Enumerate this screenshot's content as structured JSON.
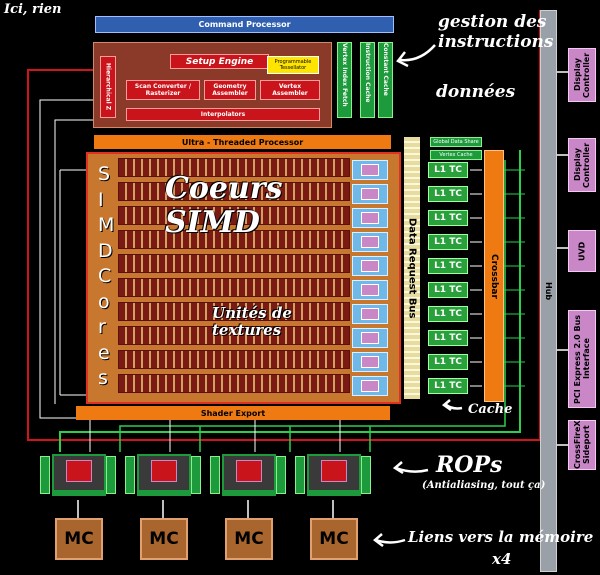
{
  "corner_note": "Ici, rien",
  "blocks": {
    "command_processor": "Command Processor",
    "setup_engine": "Setup Engine",
    "programmable_tessellation": "Programmable Tessellator",
    "scan_converter": "Scan Converter / Rasterizer",
    "geometry_assembler": "Geometry Assembler",
    "vertex_assembler": "Vertex Assembler",
    "interpolators": "Interpolators",
    "hierarchical_z": "Hierarchical Z",
    "vertex_index_fetch": "Vertex Index Fetch",
    "instruction_cache": "Instruction Cache",
    "constant_cache": "Constant Cache",
    "ultra_threaded_processor": "Ultra - Threaded Processor",
    "global_data_share": "Global Data Share",
    "vertex_cache": "Vertex Cache",
    "data_request_bus": "Data Request Bus",
    "crossbar": "Crossbar",
    "shader_export": "Shader Export",
    "hub": "Hub",
    "l1tc": "L1 TC",
    "mc": "MC"
  },
  "simd_letters": [
    "S",
    "I",
    "M",
    "D",
    "C",
    "o",
    "r",
    "e",
    "s"
  ],
  "side_panels": [
    "Display Controller",
    "Display Controller",
    "UVD",
    "PCI Express 2.0 Bus Interface",
    "CrossFireX Sideport"
  ],
  "annotations": {
    "gestion": "gestion des instructions",
    "donnees": "données",
    "coeurs": "Coeurs SIMD",
    "unites": "Unités de textures",
    "cache": "Cache",
    "rops": "ROPs",
    "rops_sub": "(Antialiasing, tout ça)",
    "liens": "Liens vers la mémoire",
    "x4": "x4"
  },
  "colors": {
    "blue": "#2f5fae",
    "orange": "#f07a12",
    "red": "#c8141a",
    "green": "#1d9a3b",
    "purple": "#c987c8",
    "brown": "#a8652d"
  }
}
